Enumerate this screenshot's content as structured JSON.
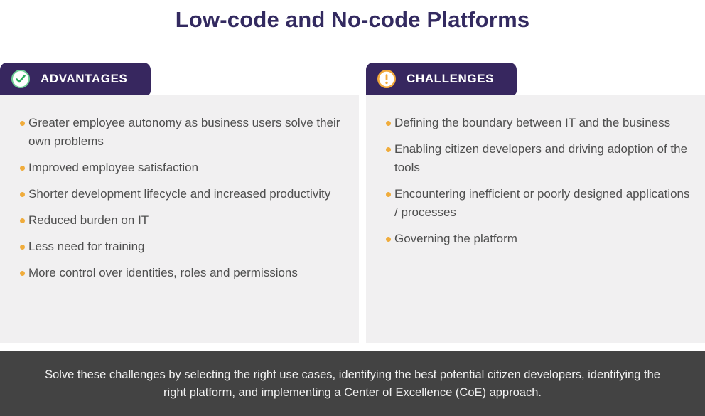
{
  "title": "Low-code and No-code Platforms",
  "advantages": {
    "label": "ADVANTAGES",
    "icon": "check-circle-icon",
    "items": [
      "Greater employee autonomy as business users solve their own problems",
      "Improved employee satisfaction",
      "Shorter development lifecycle and increased productivity",
      "Reduced burden on IT",
      "Less need for training",
      "More control over identities, roles and permissions"
    ]
  },
  "challenges": {
    "label": "CHALLENGES",
    "icon": "exclamation-circle-icon",
    "items": [
      "Defining the boundary between IT and the business",
      "Enabling citizen developers and driving adoption of the tools",
      "Encountering inefficient or poorly designed applications / processes",
      "Governing the platform"
    ]
  },
  "footer": {
    "text": "Solve these challenges by selecting the right use cases, identifying the best potential citizen developers, identifying the right platform, and implementing a Center of Excellence (CoE) approach."
  },
  "colors": {
    "title": "#332a60",
    "badge_background": "#37275f",
    "panel_background": "#f1f0f1",
    "bullet": "#f0ac3c",
    "check_green": "#2eaf5e",
    "warning_orange": "#f2a93b",
    "footer_background": "#434343",
    "body_text": "#4f4f4f"
  }
}
